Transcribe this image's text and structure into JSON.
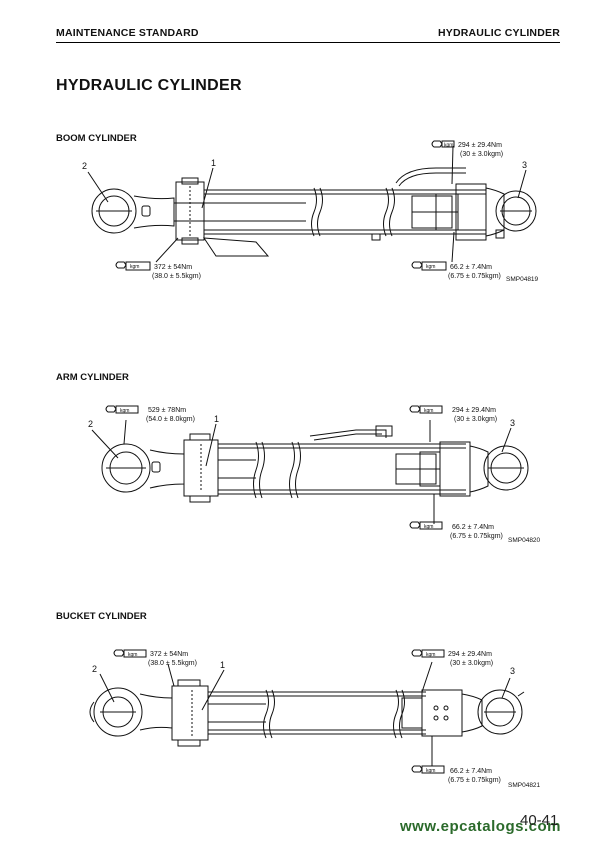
{
  "header": {
    "left": "MAINTENANCE STANDARD",
    "right": "HYDRAULIC CYLINDER"
  },
  "title": "HYDRAULIC CYLINDER",
  "sections": [
    {
      "title": "BOOM CYLINDER",
      "callouts": [
        "1",
        "2",
        "3"
      ],
      "torques": [
        {
          "icon": "kgm",
          "line1": "294 ± 29.4Nm",
          "line2": "(30 ± 3.0kgm)"
        },
        {
          "icon": "kgm",
          "line1": "372 ± 54Nm",
          "line2": "(38.0 ± 5.5kgm)"
        },
        {
          "icon": "kgm",
          "line1": "66.2 ± 7.4Nm",
          "line2": "(6.75 ± 0.75kgm)"
        }
      ],
      "drawing_id": "SMP04819"
    },
    {
      "title": "ARM CYLINDER",
      "callouts": [
        "1",
        "2",
        "3"
      ],
      "torques": [
        {
          "icon": "kgm",
          "line1": "529 ± 78Nm",
          "line2": "(54.0 ± 8.0kgm)"
        },
        {
          "icon": "kgm",
          "line1": "294 ± 29.4Nm",
          "line2": "(30 ± 3.0kgm)"
        },
        {
          "icon": "kgm",
          "line1": "66.2 ± 7.4Nm",
          "line2": "(6.75 ± 0.75kgm)"
        }
      ],
      "drawing_id": "SMP04820"
    },
    {
      "title": "BUCKET CYLINDER",
      "callouts": [
        "1",
        "2",
        "3"
      ],
      "torques": [
        {
          "icon": "kgm",
          "line1": "372 ± 54Nm",
          "line2": "(38.0 ± 5.5kgm)"
        },
        {
          "icon": "kgm",
          "line1": "294 ± 29.4Nm",
          "line2": "(30 ± 3.0kgm)"
        },
        {
          "icon": "kgm",
          "line1": "66.2 ± 7.4Nm",
          "line2": "(6.75 ± 0.75kgm)"
        }
      ],
      "drawing_id": "SMP04821"
    }
  ],
  "page_number": "40-41",
  "watermark": "www.epcatalogs.com"
}
